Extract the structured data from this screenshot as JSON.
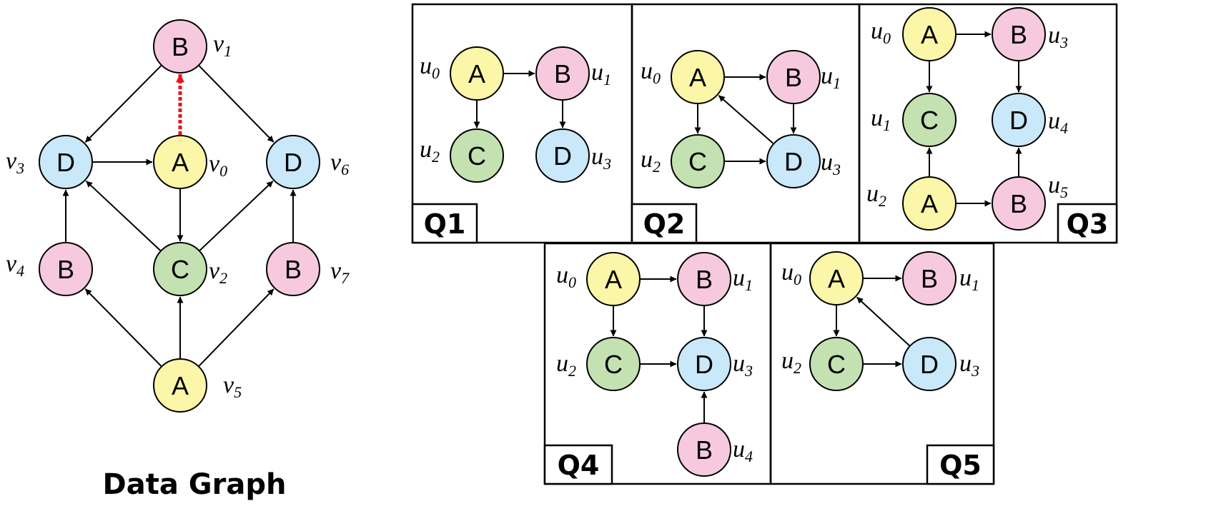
{
  "colors": {
    "A": "#fcf6a8",
    "B": "#f6c9de",
    "C": "#c4e1b2",
    "D": "#c9e8f9",
    "new_edge": "#e8141a"
  },
  "data_graph": {
    "title": "Data Graph",
    "nodes": [
      {
        "id": "v1",
        "label": "B",
        "var": "v",
        "sub": "1"
      },
      {
        "id": "v3",
        "label": "D",
        "var": "v",
        "sub": "3"
      },
      {
        "id": "v0",
        "label": "A",
        "var": "v",
        "sub": "0"
      },
      {
        "id": "v6",
        "label": "D",
        "var": "v",
        "sub": "6"
      },
      {
        "id": "v4",
        "label": "B",
        "var": "v",
        "sub": "4"
      },
      {
        "id": "v2",
        "label": "C",
        "var": "v",
        "sub": "2"
      },
      {
        "id": "v7",
        "label": "B",
        "var": "v",
        "sub": "7"
      },
      {
        "id": "v5",
        "label": "A",
        "var": "v",
        "sub": "5"
      }
    ],
    "edges": [
      {
        "from": "v1",
        "to": "v3"
      },
      {
        "from": "v1",
        "to": "v6"
      },
      {
        "from": "v3",
        "to": "v0"
      },
      {
        "from": "v0",
        "to": "v2"
      },
      {
        "from": "v2",
        "to": "v3"
      },
      {
        "from": "v2",
        "to": "v6"
      },
      {
        "from": "v4",
        "to": "v3"
      },
      {
        "from": "v7",
        "to": "v6"
      },
      {
        "from": "v5",
        "to": "v4"
      },
      {
        "from": "v5",
        "to": "v2"
      },
      {
        "from": "v5",
        "to": "v7"
      },
      {
        "from": "v0",
        "to": "v1",
        "style": "dashed-red"
      }
    ]
  },
  "queries": [
    {
      "name": "Q1",
      "nodes": [
        {
          "id": "u0",
          "label": "A",
          "var": "u",
          "sub": "0"
        },
        {
          "id": "u1",
          "label": "B",
          "var": "u",
          "sub": "1"
        },
        {
          "id": "u2",
          "label": "C",
          "var": "u",
          "sub": "2"
        },
        {
          "id": "u3",
          "label": "D",
          "var": "u",
          "sub": "3"
        }
      ],
      "edges": [
        {
          "from": "u0",
          "to": "u1"
        },
        {
          "from": "u0",
          "to": "u2"
        },
        {
          "from": "u1",
          "to": "u3"
        }
      ]
    },
    {
      "name": "Q2",
      "nodes": [
        {
          "id": "u0",
          "label": "A",
          "var": "u",
          "sub": "0"
        },
        {
          "id": "u1",
          "label": "B",
          "var": "u",
          "sub": "1"
        },
        {
          "id": "u2",
          "label": "C",
          "var": "u",
          "sub": "2"
        },
        {
          "id": "u3",
          "label": "D",
          "var": "u",
          "sub": "3"
        }
      ],
      "edges": [
        {
          "from": "u0",
          "to": "u1"
        },
        {
          "from": "u0",
          "to": "u2"
        },
        {
          "from": "u1",
          "to": "u3"
        },
        {
          "from": "u2",
          "to": "u3"
        },
        {
          "from": "u3",
          "to": "u0"
        }
      ]
    },
    {
      "name": "Q3",
      "nodes": [
        {
          "id": "u0",
          "label": "A",
          "var": "u",
          "sub": "0"
        },
        {
          "id": "u3",
          "label": "B",
          "var": "u",
          "sub": "3"
        },
        {
          "id": "u1",
          "label": "C",
          "var": "u",
          "sub": "1"
        },
        {
          "id": "u4",
          "label": "D",
          "var": "u",
          "sub": "4"
        },
        {
          "id": "u2",
          "label": "A",
          "var": "u",
          "sub": "2"
        },
        {
          "id": "u5",
          "label": "B",
          "var": "u",
          "sub": "5"
        }
      ],
      "edges": [
        {
          "from": "u0",
          "to": "u3"
        },
        {
          "from": "u0",
          "to": "u1"
        },
        {
          "from": "u3",
          "to": "u4"
        },
        {
          "from": "u2",
          "to": "u1"
        },
        {
          "from": "u2",
          "to": "u5"
        },
        {
          "from": "u5",
          "to": "u4"
        }
      ]
    },
    {
      "name": "Q4",
      "nodes": [
        {
          "id": "u0",
          "label": "A",
          "var": "u",
          "sub": "0"
        },
        {
          "id": "u1",
          "label": "B",
          "var": "u",
          "sub": "1"
        },
        {
          "id": "u2",
          "label": "C",
          "var": "u",
          "sub": "2"
        },
        {
          "id": "u3",
          "label": "D",
          "var": "u",
          "sub": "3"
        },
        {
          "id": "u4",
          "label": "B",
          "var": "u",
          "sub": "4"
        }
      ],
      "edges": [
        {
          "from": "u0",
          "to": "u1"
        },
        {
          "from": "u0",
          "to": "u2"
        },
        {
          "from": "u1",
          "to": "u3"
        },
        {
          "from": "u2",
          "to": "u3"
        },
        {
          "from": "u4",
          "to": "u3"
        }
      ]
    },
    {
      "name": "Q5",
      "nodes": [
        {
          "id": "u0",
          "label": "A",
          "var": "u",
          "sub": "0"
        },
        {
          "id": "u1",
          "label": "B",
          "var": "u",
          "sub": "1"
        },
        {
          "id": "u2",
          "label": "C",
          "var": "u",
          "sub": "2"
        },
        {
          "id": "u3",
          "label": "D",
          "var": "u",
          "sub": "3"
        }
      ],
      "edges": [
        {
          "from": "u0",
          "to": "u1"
        },
        {
          "from": "u0",
          "to": "u2"
        },
        {
          "from": "u2",
          "to": "u3"
        },
        {
          "from": "u3",
          "to": "u0"
        }
      ]
    }
  ]
}
